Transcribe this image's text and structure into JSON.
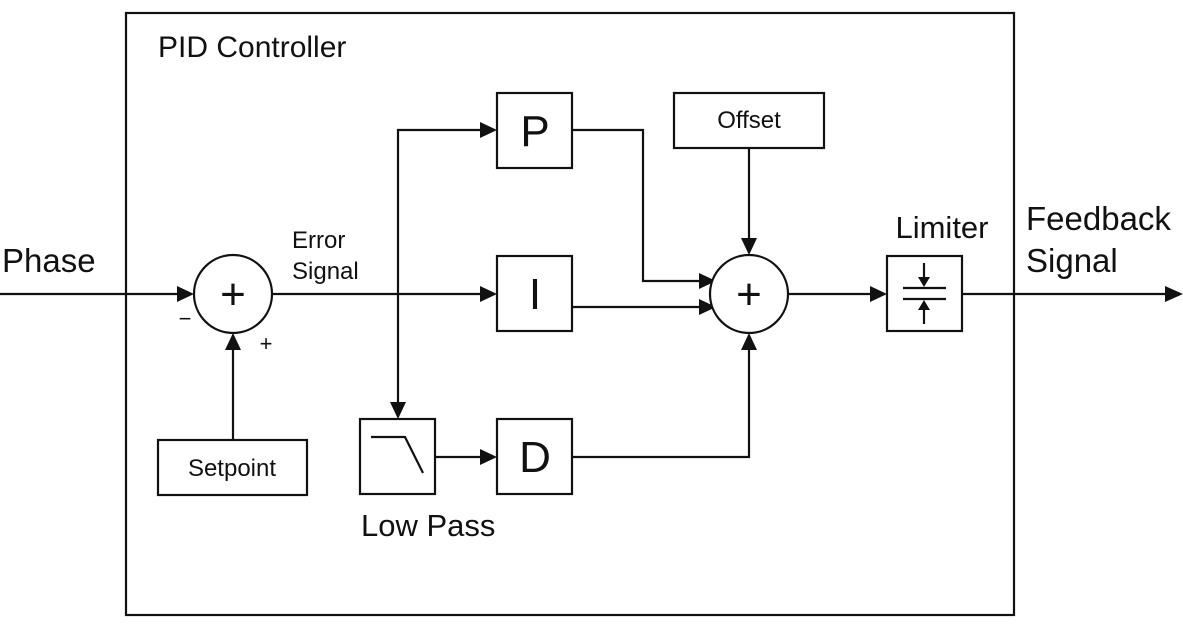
{
  "title": "PID Controller",
  "input": {
    "label": "Phase"
  },
  "output": {
    "label_line1": "Feedback",
    "label_line2": "Signal"
  },
  "error_signal": {
    "line1": "Error",
    "line2": "Signal"
  },
  "summer1": {
    "symbol": "+",
    "minus_sign": "−",
    "plus_sign": "+"
  },
  "summer2": {
    "symbol": "+"
  },
  "blocks": {
    "p": "P",
    "i": "I",
    "d": "D",
    "setpoint": "Setpoint",
    "offset": "Offset",
    "low_pass": "Low Pass",
    "limiter": "Limiter"
  },
  "icons": {
    "low_pass": "lowpass-filter-icon",
    "limiter": "limiter-icon",
    "arrowhead": "arrowhead-icon"
  },
  "colors": {
    "stroke": "#111111",
    "background": "#ffffff"
  }
}
